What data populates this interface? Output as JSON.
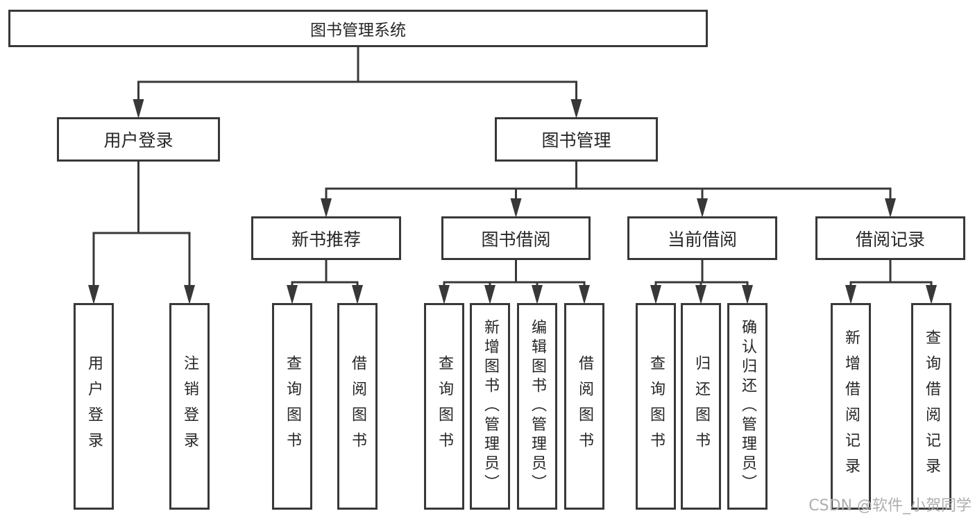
{
  "tree": {
    "root": {
      "label": "图书管理系统",
      "children": [
        {
          "label": "用户登录",
          "children": [
            {
              "label": "用户登录"
            },
            {
              "label": "注销登录"
            }
          ]
        },
        {
          "label": "图书管理",
          "children": [
            {
              "label": "新书推荐",
              "children": [
                {
                  "label": "查询图书"
                },
                {
                  "label": "借阅图书"
                }
              ]
            },
            {
              "label": "图书借阅",
              "children": [
                {
                  "label": "查询图书"
                },
                {
                  "label": "新增图书（管理员）"
                },
                {
                  "label": "编辑图书（管理员）"
                },
                {
                  "label": "借阅图书"
                }
              ]
            },
            {
              "label": "当前借阅",
              "children": [
                {
                  "label": "查询图书"
                },
                {
                  "label": "归还图书"
                },
                {
                  "label": "确认归还（管理员）"
                }
              ]
            },
            {
              "label": "借阅记录",
              "children": [
                {
                  "label": "新增借阅记录"
                },
                {
                  "label": "查询借阅记录"
                }
              ]
            }
          ]
        }
      ]
    }
  },
  "watermark": {
    "text": "CSDN @软件_小贺同学"
  },
  "colors": {
    "line": "#383838",
    "text": "#262626",
    "watermark": "#aeaeae",
    "background": "#ffffff"
  }
}
